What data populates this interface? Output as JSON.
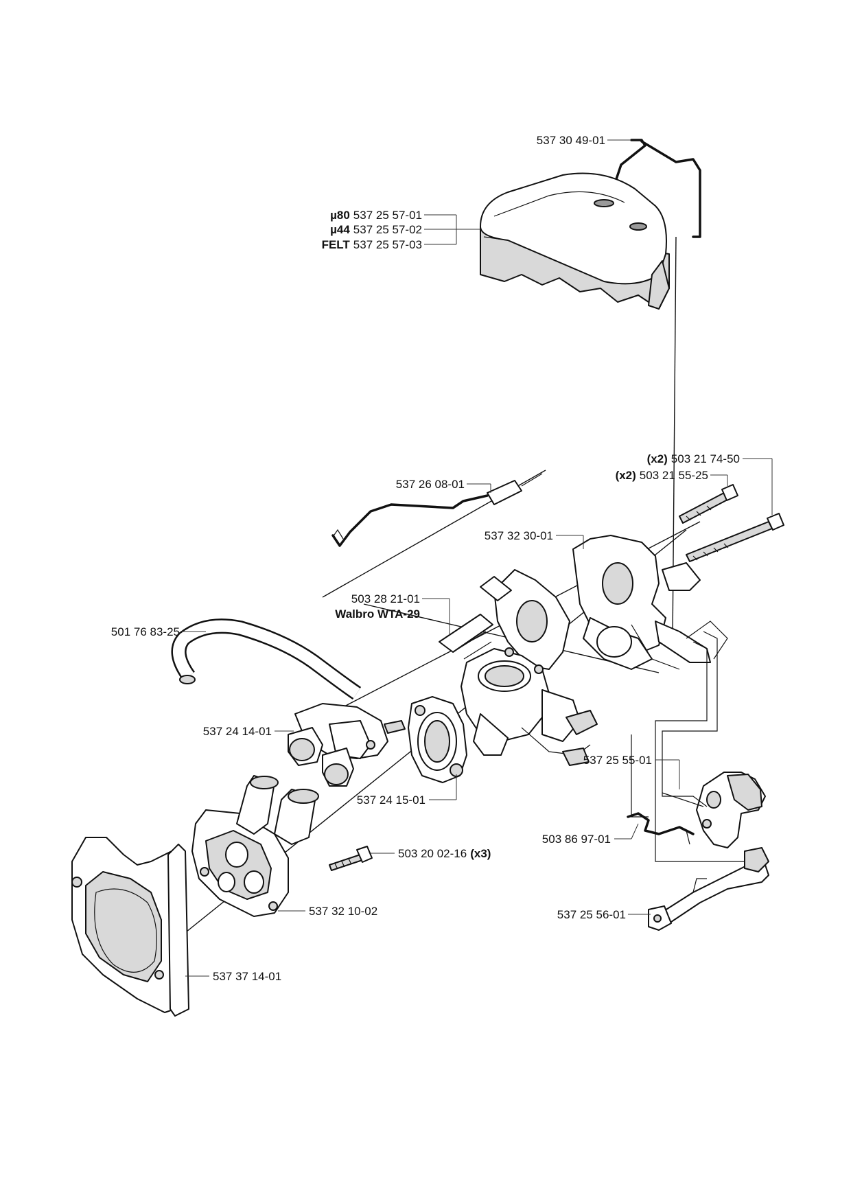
{
  "labels": {
    "wire_clip": "537 30 49-01",
    "filter_80_prefix": "µ80",
    "filter_80": "537 25 57-01",
    "filter_44_prefix": "µ44",
    "filter_44": "537 25 57-02",
    "filter_felt_prefix": "FELT",
    "filter_felt": "537 25 57-03",
    "screw_long_qty": "(x2)",
    "screw_long": "503 21 74-50",
    "screw_short_qty": "(x2)",
    "screw_short": "503 21 55-25",
    "choke_rod": "537 26 08-01",
    "carb_bracket": "537 32 30-01",
    "carburetor": "503 28 21-01",
    "carburetor_model": "Walbro WTA-29",
    "fuel_hose": "501 76 83-25",
    "intake_elbow": "537 24 14-01",
    "flange": "537 24 15-01",
    "choke_lever": "537 25 55-01",
    "spring": "503 86 97-01",
    "throttle_link": "537 25 56-01",
    "screw_bolt": "503 20 02-16",
    "screw_bolt_qty": "(x3)",
    "intake_manifold": "537 32 10-02",
    "heat_shield": "537 37 14-01"
  }
}
